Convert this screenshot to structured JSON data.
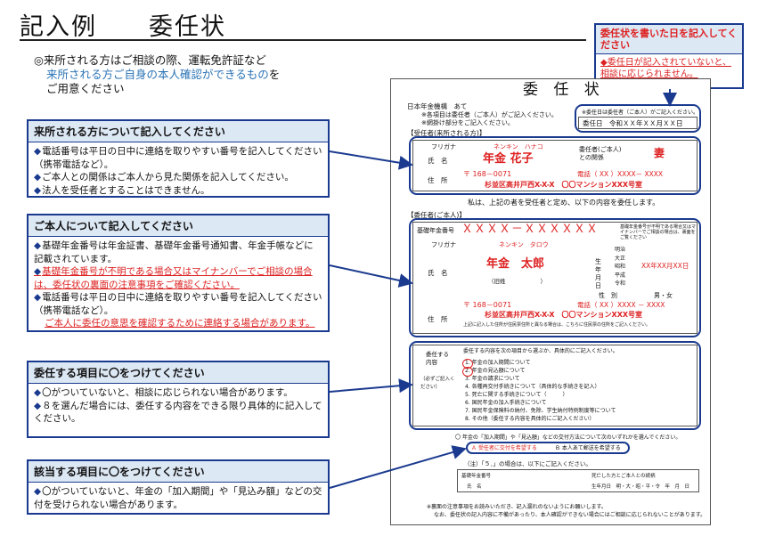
{
  "title": "記入例　　委任状",
  "intro": {
    "line1": "◎来所される方はご相談の際、運転免許証など",
    "line2_blue": "来所される方ご自身の本人確認ができるもの",
    "line2_end": "を",
    "line3": "ご用意ください"
  },
  "callout_visitor": {
    "header": "来所される方について記入してください",
    "items": [
      "電話番号は平日の日中に連絡を取りやすい番号を記入してください（携帯電話など）。",
      "ご本人との関係はご本人から見た関係を記入してください。",
      "法人を受任者とすることはできません。"
    ]
  },
  "callout_principal": {
    "header": "ご本人について記入してください",
    "item1": "基礎年金番号は年金証書、基礎年金番号通知書、年金手帳などに記載されています。",
    "item2_red": "基礎年金番号が不明である場合又はマイナンバーでご相談の場合は、委任状の裏面の注意事項をご確認ください。",
    "item3": "電話番号は平日の日中に連絡を取りやすい番号を記入してください（携帯電話など）。",
    "item4_red": "ご本人に委任の意思を確認するために連絡する場合があります。"
  },
  "callout_delegate": {
    "header": "委任する項目に〇をつけてください",
    "items": [
      "〇がついていないと、相談に応じられない場合があります。",
      "８を選んだ場合には、委任する内容をできる限り具体的に記入してください。"
    ]
  },
  "callout_applicable": {
    "header": "該当する項目に〇をつけてください",
    "items": [
      "〇がついていないと、年金の「加入期間」や「見込み額」などの交付を受けられない場合があります。"
    ]
  },
  "callout_date": {
    "header": "委任状を書いた日を記入してください",
    "body": "◆委任日が記入されていないと、相談に応じられません。"
  },
  "form": {
    "title": "委 任 状",
    "addressee": "日本年金機構　あて",
    "note1": "※各項目は委任者（ご本人）がご記入ください。",
    "note2": "※網掛け部分をご記入ください。",
    "date_note": "※委任日は委任者（ご本人）がご記入ください。",
    "date_label": "委任日",
    "date_value": "令和ＸＸ年ＸＸ月ＸＸ日",
    "section_agent": "【受任者(来所される方)】",
    "furigana_label": "フリガナ",
    "name_label": "氏　名",
    "address_label": "住　所",
    "agent_furigana": "ネンキン　ハナコ",
    "agent_name": "年金 花子",
    "relation_label": "委任者(ご本人)との関係",
    "relation_value": "妻",
    "agent_postal": "〒 168－0071",
    "agent_phone": "電話（ XX ）XXXX－ XXXX",
    "agent_address": "杉並区高井戸西X-X-X　〇〇マンションXXX号室",
    "statement": "私は、上記の者を受任者と定め、以下の内容を委任します。",
    "section_principal": "【委任者(ご本人)】",
    "pension_no_label": "基礎年金番号",
    "pension_no": "ＸＸＸＸ－ＸＸＸＸＸＸ",
    "principal_furigana": "ネンキン　タロウ",
    "principal_name": "年金　太郎",
    "old_surname": "（旧姓　　　　　　）",
    "birth_label": "生年月日",
    "eras": [
      "明治",
      "大正",
      "昭和",
      "平成",
      "令和"
    ],
    "birth_value": "XX年XX月XX日",
    "gender_label": "性　別",
    "gender_value": "男・女",
    "principal_postal": "〒 168－0071",
    "principal_phone": "電話（ XX ）XXXX － XXXX",
    "principal_address": "杉並区高井戸西X-X-X　〇〇マンションXXX号室",
    "addr_note": "上記に記入した住所が住民票住所と異なる場合は、こちらに住民票の住所をご記入ください。",
    "mynumber_note": "基礎年金番号が不明である場合又はマイナンバーでご相談の場合は、裏面をご覧ください",
    "delegate_label": "委任する内容",
    "delegate_note": "（必ずご記入ください）",
    "delegate_heading": "委任する内容を次の項目から選ぶか、具体的にご記入ください。",
    "delegate_items": [
      "1. 年金の加入期間について",
      "2. 年金の見込額について",
      "3. 年金の請求について",
      "4. 各種再交付手続きについて（具体的な手続きを記入）",
      "5. 死亡に関する手続きについて（　　　）",
      "6. 国民年金の加入手続きについて",
      "7. 国民年金保険料の納付、免除、学生納付特例制度等について",
      "8. その他（委任する内容を具体的にご記入ください）"
    ],
    "issue_question": "〇 年金の「加入期間」や「見込額」などの交付方法について次のいずれかを選んでください。",
    "issue_a": "Ａ 受任者に交付を希望する",
    "issue_b": "Ｂ 本人あて郵送を希望する",
    "note5": "（注）「５．」の場合は、以下にご記入ください。",
    "deceased_label": "基礎年金番号",
    "deceased_relation": "死亡した方とご本人との続柄",
    "deceased_name": "氏　名",
    "deceased_birth": "生年月日　明・大・昭・平・令　年　月　日",
    "footer1": "※裏面の注意事項をお読みいただき、記入漏れのないようにお願いします。",
    "footer2": "なお、委任状の記入内容に不備があったり、本人確認ができない場合にはご相談に応じられないことがあります。"
  },
  "colors": {
    "accent": "#1a3a8f",
    "red": "#d22",
    "header_bg": "#dde8f5"
  }
}
